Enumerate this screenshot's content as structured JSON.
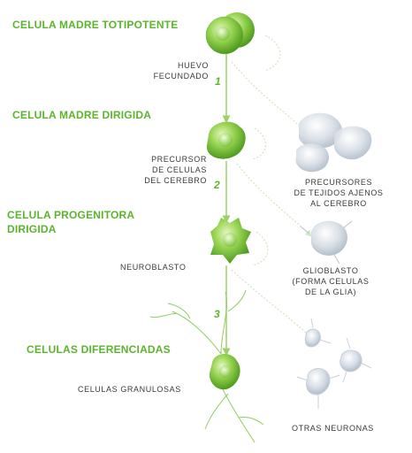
{
  "stages": {
    "totipotent": "CELULA MADRE TOTIPOTENTE",
    "directed": "CELULA MADRE DIRIGIDA",
    "progenitor_line1": "CELULA PROGENITORA",
    "progenitor_line2": "DIRIGIDA",
    "differentiated": "CELULAS DIFERENCIADAS"
  },
  "labels": {
    "egg_line1": "HUEVO",
    "egg_line2": "FECUNDADO",
    "brain_precursor_line1": "PRECURSOR",
    "brain_precursor_line2": "DE CELULAS",
    "brain_precursor_line3": "DEL CEREBRO",
    "neuroblast": "NEUROBLASTO",
    "granular": "CELULAS GRANULOSAS",
    "other_tissues_line1": "PRECURSORES",
    "other_tissues_line2": "DE TEJIDOS AJENOS",
    "other_tissues_line3": "AL CEREBRO",
    "glioblast_line1": "GLIOBLASTO",
    "glioblast_line2": "(FORMA CELULAS",
    "glioblast_line3": "DE LA GLIA)",
    "other_neurons": "OTRAS NEURONAS"
  },
  "steps": [
    "1",
    "2",
    "3"
  ],
  "colors": {
    "accent": "#5bb52c",
    "cell_green": "#8fd14f",
    "cell_light": "#c9d3dc",
    "text": "#3a3a3a"
  }
}
